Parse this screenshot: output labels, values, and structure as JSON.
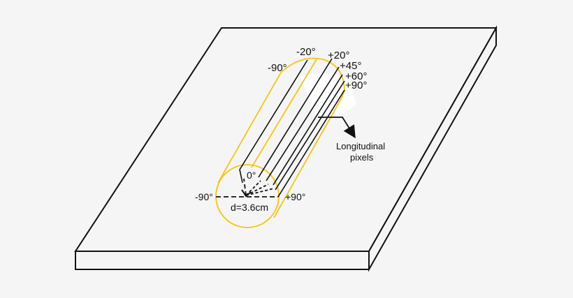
{
  "diagram": {
    "colors": {
      "background": "#f5f5f5",
      "slab_outline": "#111111",
      "cylinder_outline": "#f2c51b",
      "pixel_lines": "#111111",
      "highlight": "#ffffff"
    },
    "top_angle_labels": {
      "minus90": "-90°",
      "minus20": "-20°",
      "plus20": "+20°",
      "plus45": "+45°",
      "plus60": "+60°",
      "plus90": "+90°"
    },
    "cross_section": {
      "zero": "0°",
      "left": "-90°",
      "right": "+90°",
      "diameter": "d=3.6cm"
    },
    "annotation": {
      "line1": "Longitudinal",
      "line2": "pixels"
    }
  }
}
